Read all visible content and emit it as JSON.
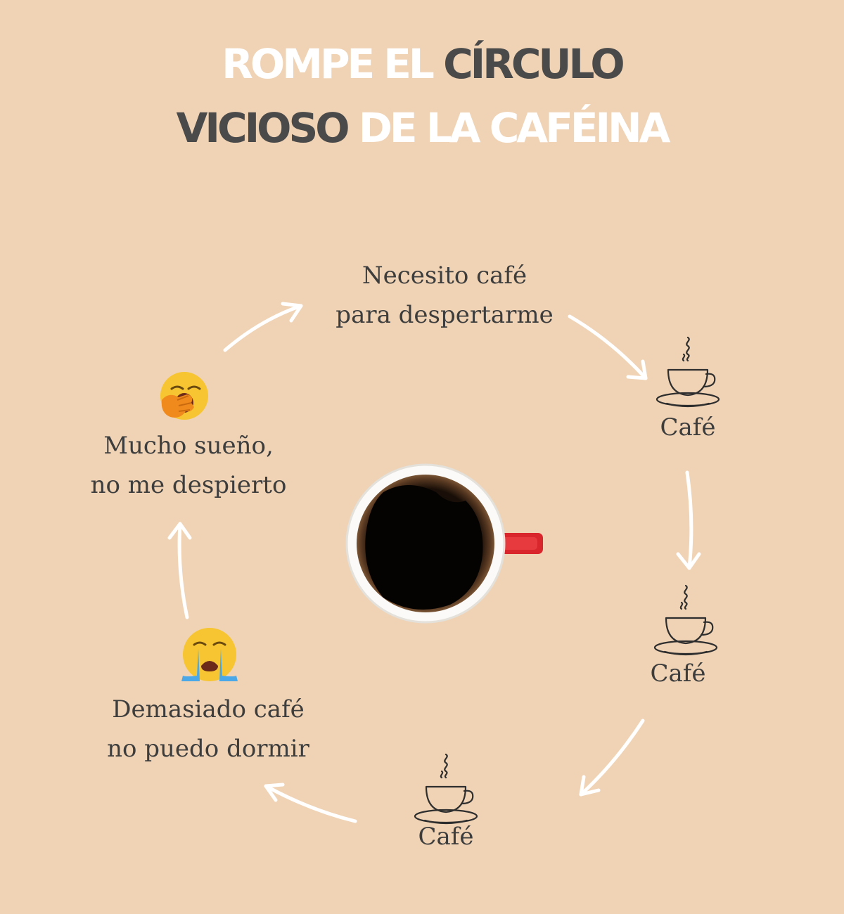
{
  "title": {
    "line1_part1": "ROMPE EL",
    "line1_part2": "CÍRCULO",
    "line2_part1": "VICIOSO",
    "line2_part2": "DE LA CAFÉINA"
  },
  "colors": {
    "background": "#f0d3b5",
    "title_light": "#ffffff",
    "title_dark": "#4a4a4a",
    "text": "#3d3d3d",
    "arrow": "#ffffff",
    "mug_handle": "#d8262c"
  },
  "cycle": {
    "top": {
      "line1": "Necesito café",
      "line2": "para despertarme"
    },
    "coffee_label": "Café",
    "bottom_left": {
      "emoji": "crying-face",
      "line1": "Demasiado café",
      "line2": "no puedo dormir"
    },
    "left": {
      "emoji": "yawning-face",
      "line1": "Mucho sueño,",
      "line2": "no me despierto"
    }
  },
  "icons": [
    "coffee-cup-icon",
    "coffee-mug-photo",
    "yawning-face-icon",
    "crying-face-icon",
    "arrow-icon"
  ]
}
